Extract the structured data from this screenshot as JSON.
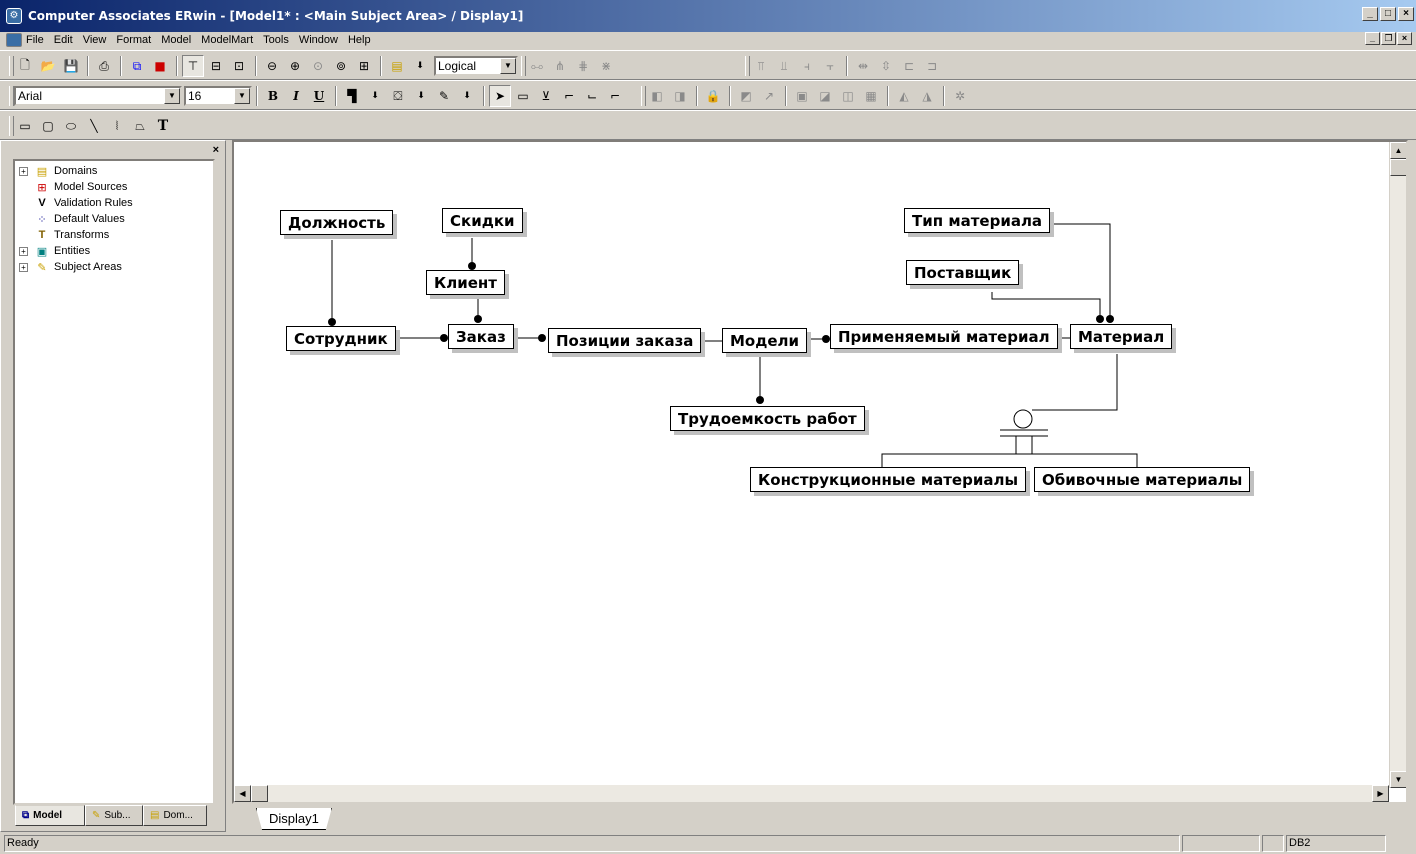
{
  "window": {
    "title": "Computer Associates ERwin - [Model1* : <Main Subject Area> / Display1]",
    "controls": [
      "_",
      "□",
      "×"
    ],
    "mdi_controls": [
      "_",
      "❐",
      "×"
    ]
  },
  "menu": [
    "File",
    "Edit",
    "View",
    "Format",
    "Model",
    "ModelMart",
    "Tools",
    "Window",
    "Help"
  ],
  "toolbar": {
    "view_mode": "Logical",
    "font_name": "Arial",
    "font_size": "16",
    "bold": "B",
    "italic": "I",
    "underline": "U",
    "text_tool": "T"
  },
  "model_panel": {
    "close": "×",
    "tree": [
      {
        "label": "Domains",
        "icon": "domain-icon",
        "expandable": true
      },
      {
        "label": "Model Sources",
        "icon": "model-source-icon",
        "expandable": false
      },
      {
        "label": "Validation Rules",
        "icon": "validation-rule-icon",
        "expandable": false
      },
      {
        "label": "Default Values",
        "icon": "default-value-icon",
        "expandable": false
      },
      {
        "label": "Transforms",
        "icon": "transform-icon",
        "expandable": false
      },
      {
        "label": "Entities",
        "icon": "entity-icon",
        "expandable": true
      },
      {
        "label": "Subject Areas",
        "icon": "subject-area-icon",
        "expandable": true
      }
    ],
    "tabs": [
      "Model",
      "Sub...",
      "Dom..."
    ]
  },
  "diagram": {
    "entities": {
      "dolzhnost": "Должность",
      "skidki": "Скидки",
      "klient": "Клиент",
      "sotrudnik": "Сотрудник",
      "zakaz": "Заказ",
      "pozicii": "Позиции заказа",
      "modeli": "Модели",
      "trudoemkost": "Трудоемкость работ",
      "primenyaemyi": "Применяемый материал",
      "material": "Материал",
      "tip_materiala": "Тип материала",
      "postavshik": "Поставщик",
      "konstrukcionnye": "Конструкционные материалы",
      "obivochnye": "Обивочные материалы"
    },
    "tab": "Display1"
  },
  "status": {
    "text": "Ready",
    "db": "DB2"
  }
}
